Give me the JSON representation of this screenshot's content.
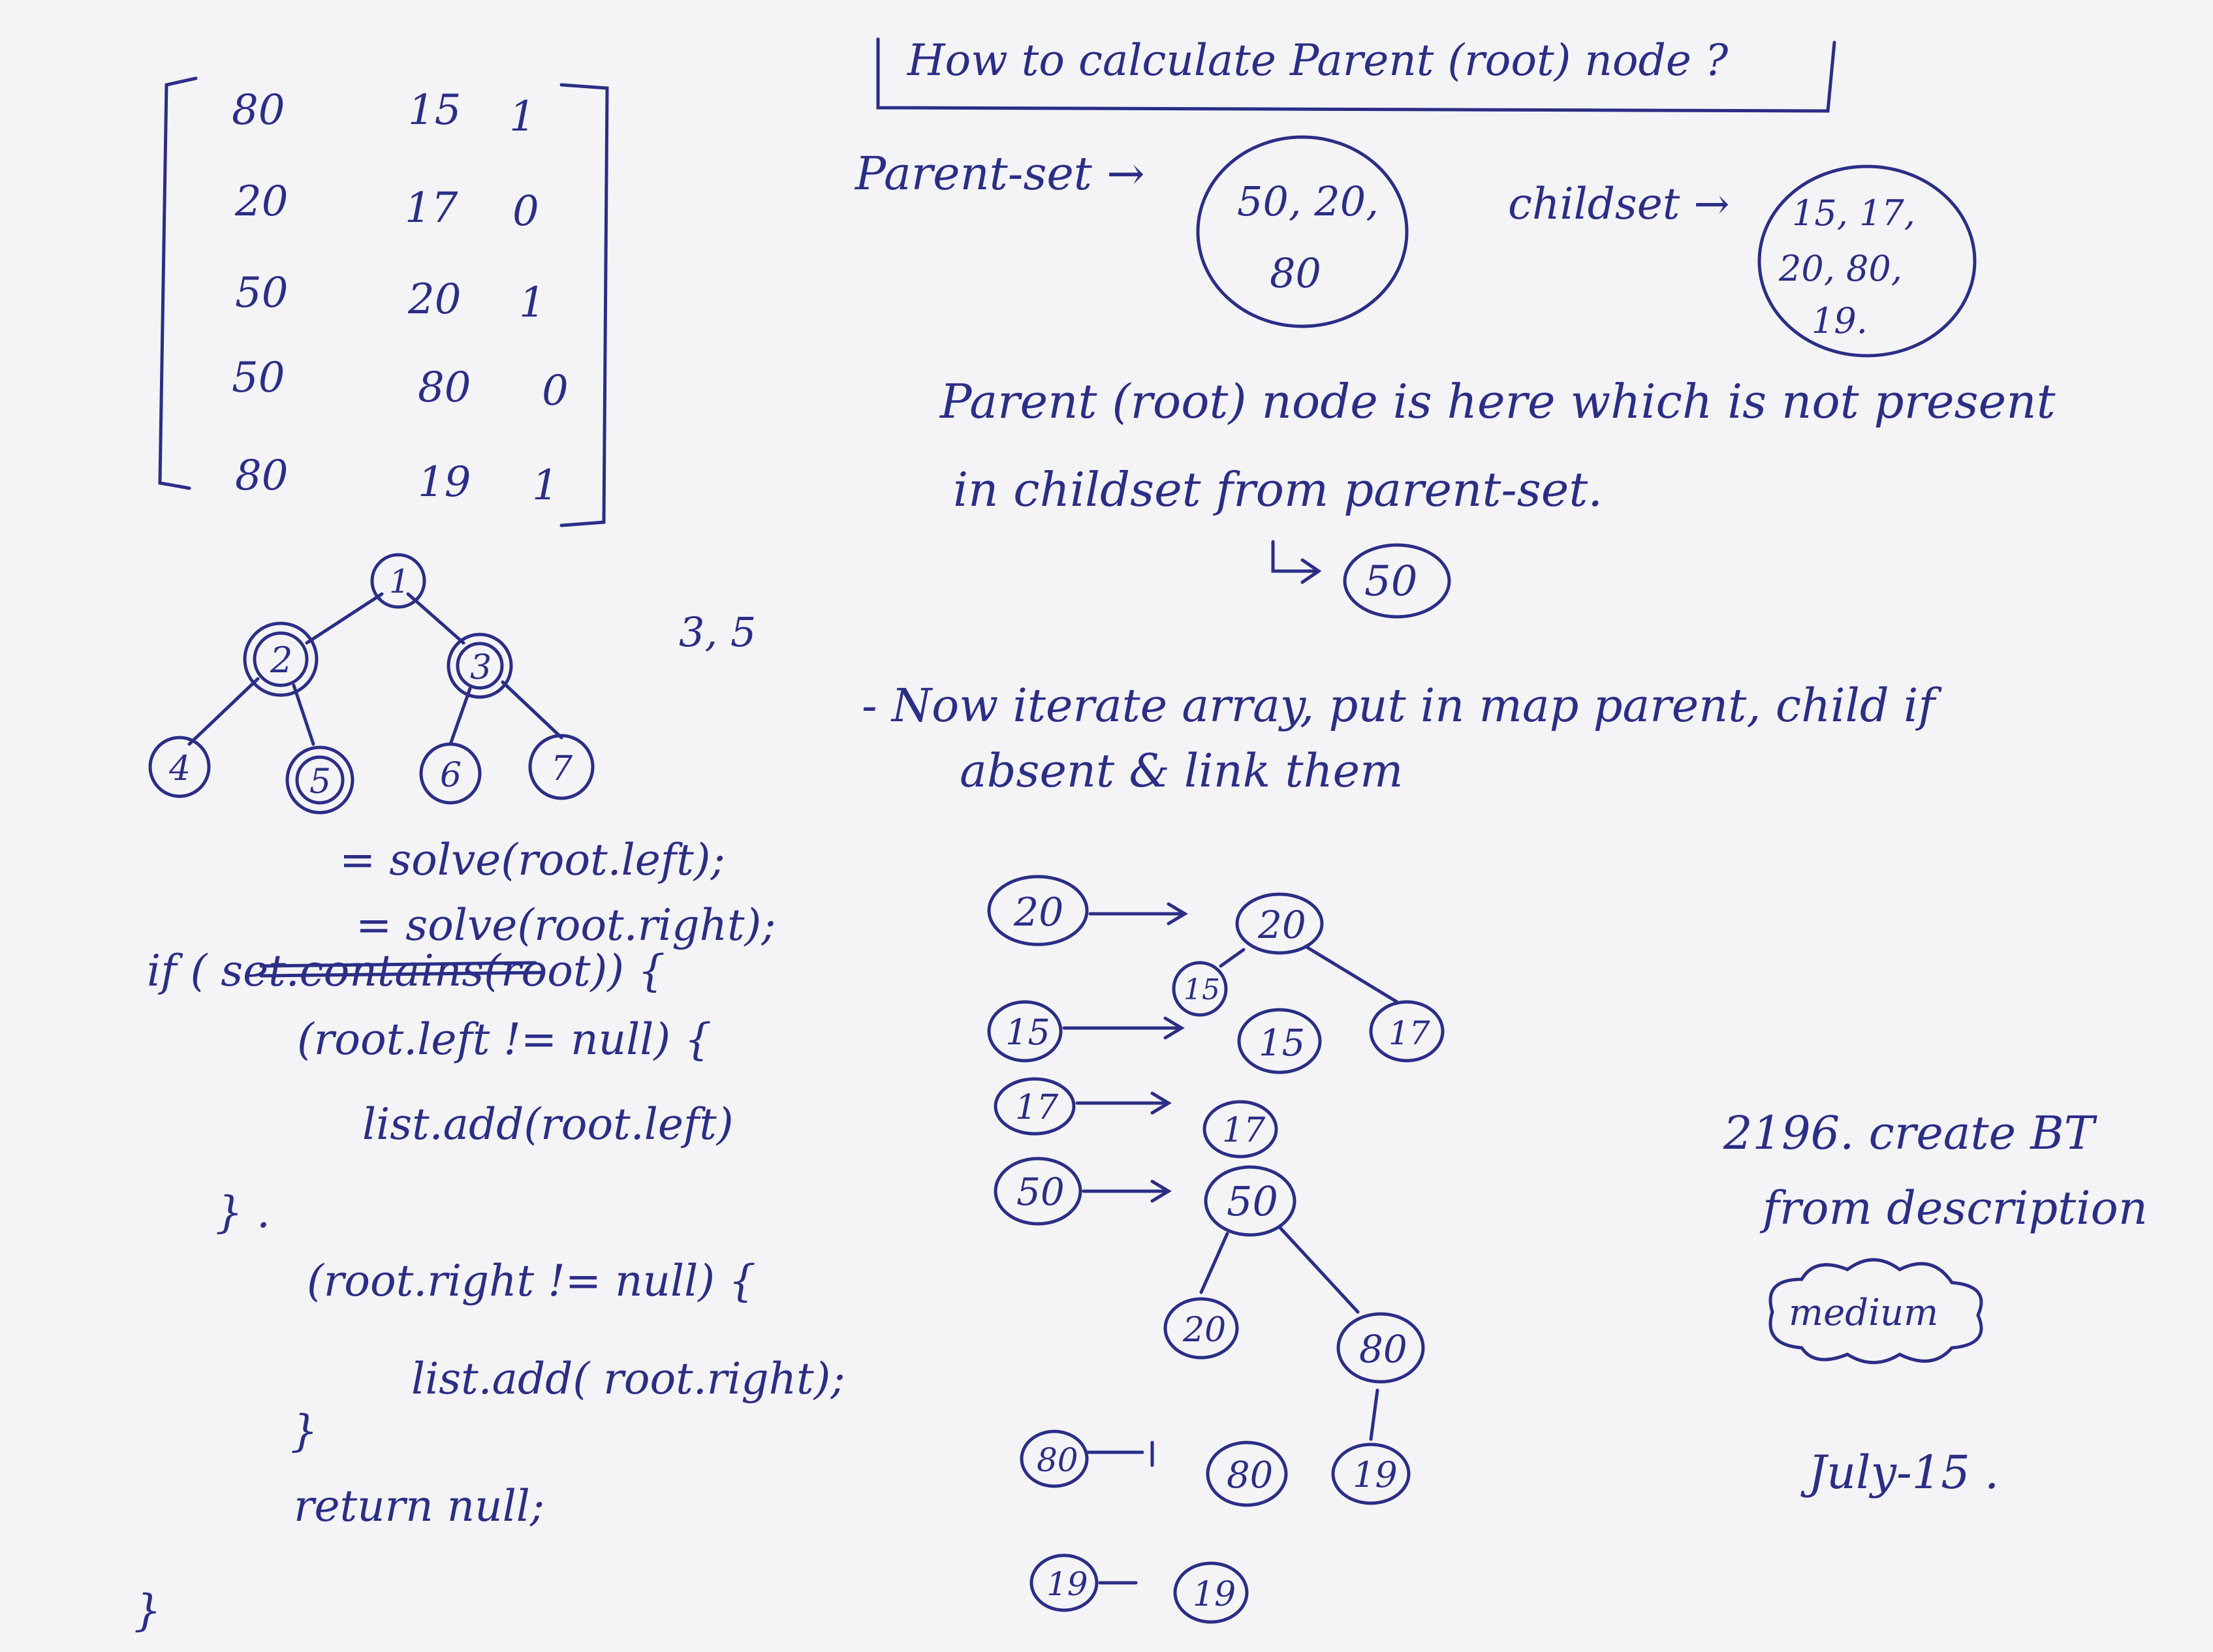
{
  "matrix": {
    "rows": [
      [
        "80",
        "15",
        "1"
      ],
      [
        "20",
        "17",
        "0"
      ],
      [
        "50",
        "20",
        "1"
      ],
      [
        "50",
        "80",
        "0"
      ],
      [
        "80",
        "19",
        "1"
      ]
    ]
  },
  "title": "How to calculate Parent (root) node ?",
  "parent_set": {
    "label": "Parent-set →",
    "values_line1": "50, 20,",
    "values_line2": "80"
  },
  "child_set": {
    "label": "childset →",
    "values_line1": "15, 17,",
    "values_line2": "20, 80,",
    "values_line3": "19."
  },
  "root_note": {
    "line1": "Parent (root) node is here which is not present",
    "line2": "in childset from parent-set.",
    "result": "50"
  },
  "tree_example": {
    "nodes": [
      "1",
      "2",
      "3",
      "4",
      "5",
      "6",
      "7"
    ],
    "side_note": "3, 5"
  },
  "iterate_note": {
    "line1": "- Now iterate array, put in map parent, child if",
    "line2": "absent & link them"
  },
  "code": {
    "line1": "= solve(root.left);",
    "line2": "= solve(root.right);",
    "line3": "if ( set.contains(root)) {",
    "line4": "(root.left != null) {",
    "line5": "list.add(root.left)",
    "line6": "} .",
    "line7": "(root.right != null) {",
    "line8": "list.add( root.right);",
    "line9": "}",
    "line10": "return null;",
    "line11": "}"
  },
  "map_steps": [
    {
      "key": "20",
      "nodes": [
        "20",
        "15",
        "15",
        "17"
      ]
    },
    {
      "key": "15"
    },
    {
      "key": "17",
      "nodes": [
        "17"
      ]
    },
    {
      "key": "50",
      "nodes": [
        "50",
        "20",
        "80"
      ]
    },
    {
      "key": "80",
      "nodes": [
        "80",
        "19"
      ]
    },
    {
      "key": "19",
      "nodes": [
        "19"
      ]
    }
  ],
  "problem": {
    "title_line1": "2196. create BT",
    "title_line2": "from description",
    "difficulty": "medium",
    "date": "July-15 ."
  },
  "colors": {
    "ink": "#2b2e86",
    "paper": "#f4f4f6"
  }
}
